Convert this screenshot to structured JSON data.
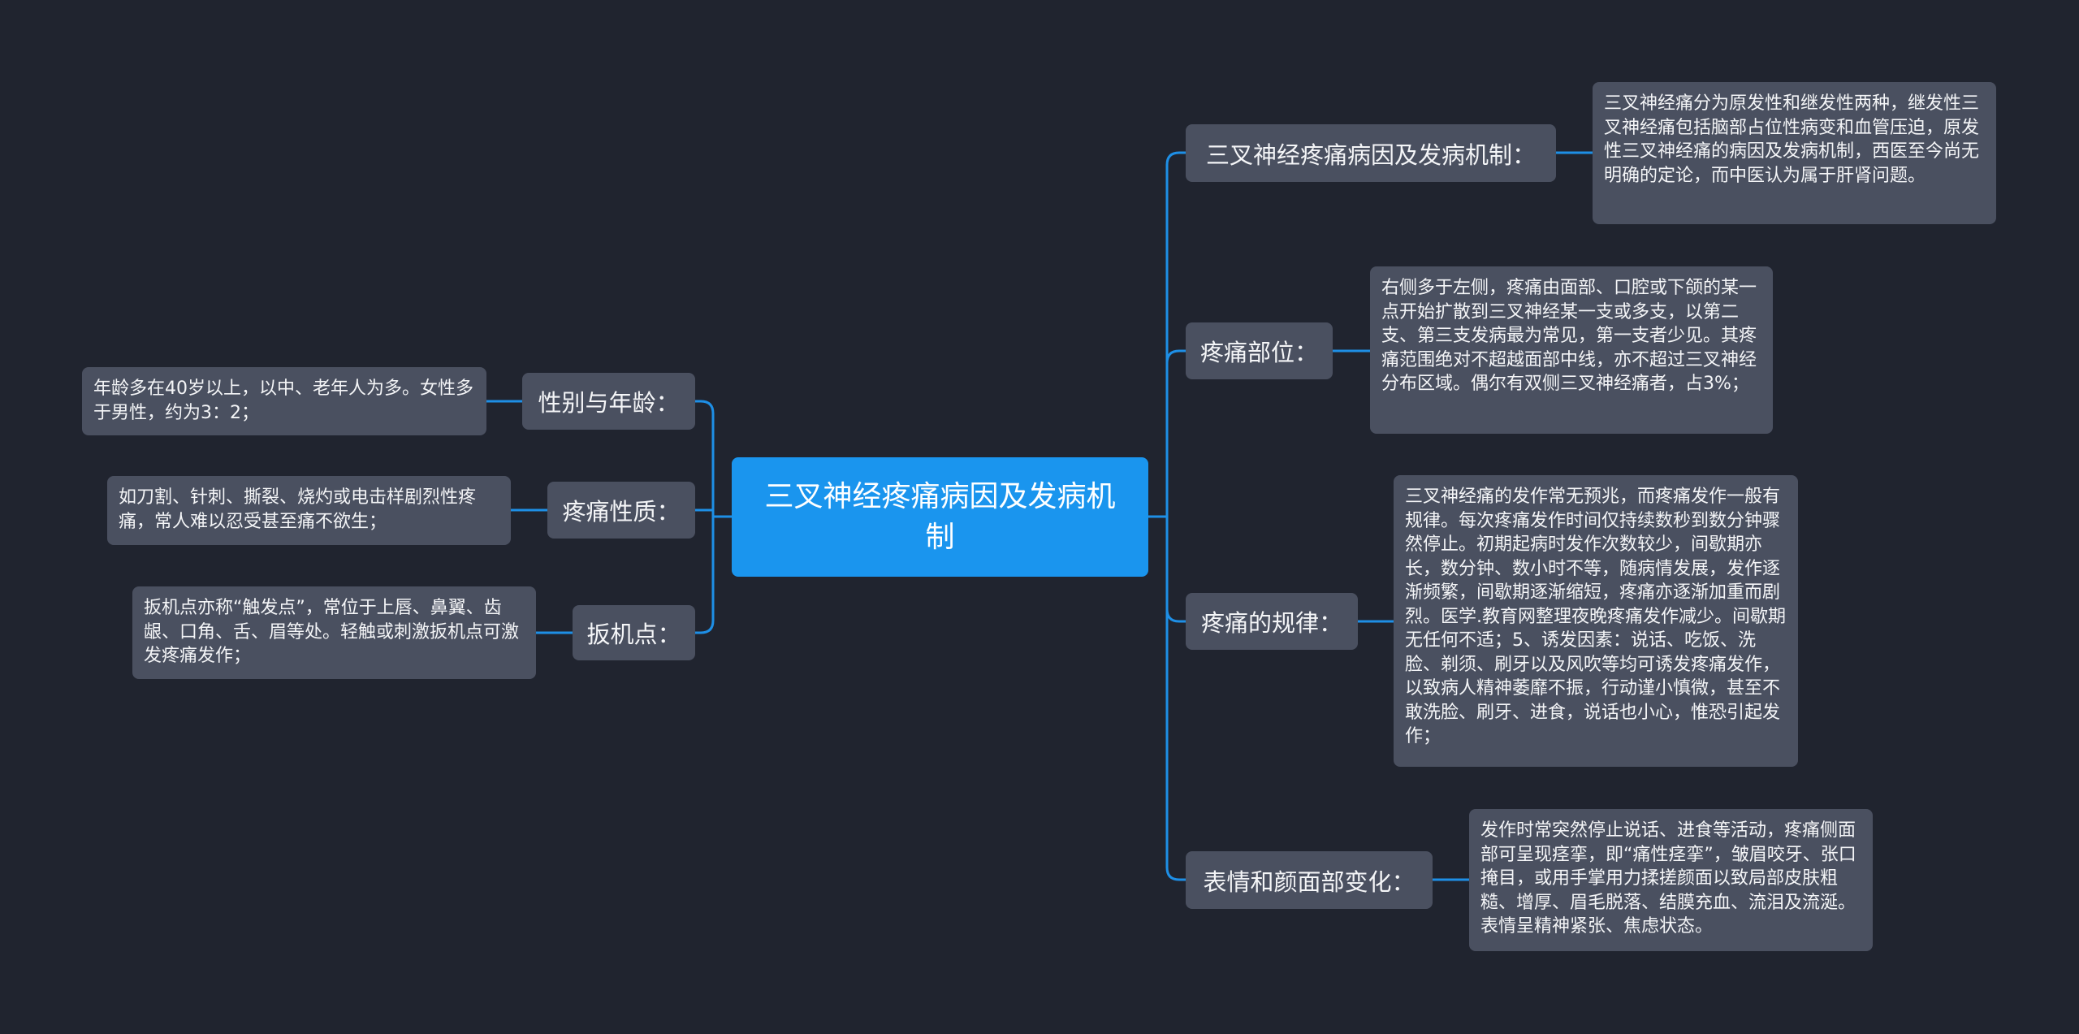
{
  "root": {
    "label": "三叉神经疼痛病因及发病机制"
  },
  "right_branches": [
    {
      "label": "三叉神经疼痛病因及发病机制：",
      "detail": "三叉神经痛分为原发性和继发性两种，继发性三叉神经痛包括脑部占位性病变和血管压迫，原发性三叉神经痛的病因及发病机制，西医至今尚无明确的定论，而中医认为属于肝肾问题。"
    },
    {
      "label": "疼痛部位：",
      "detail": "右侧多于左侧，疼痛由面部、口腔或下颌的某一点开始扩散到三叉神经某一支或多支，以第二支、第三支发病最为常见，第一支者少见。其疼痛范围绝对不超越面部中线，亦不超过三叉神经分布区域。偶尔有双侧三叉神经痛者，占3%；"
    },
    {
      "label": "疼痛的规律：",
      "detail": "三叉神经痛的发作常无预兆，而疼痛发作一般有规律。每次疼痛发作时间仅持续数秒到数分钟骤然停止。初期起病时发作次数较少，间歇期亦长，数分钟、数小时不等，随病情发展，发作逐渐频繁，间歇期逐渐缩短，疼痛亦逐渐加重而剧烈。医学.教育网整理夜晚疼痛发作减少。间歇期无任何不适；5、诱发因素：说话、吃饭、洗脸、剃须、刷牙以及风吹等均可诱发疼痛发作，以致病人精神萎靡不振，行动谨小慎微，甚至不敢洗脸、刷牙、进食，说话也小心，惟恐引起发作；"
    },
    {
      "label": "表情和颜面部变化：",
      "detail": "发作时常突然停止说话、进食等活动，疼痛侧面部可呈现痉挛，即“痛性痉挛”，皱眉咬牙、张口掩目，或用手掌用力揉搓颜面以致局部皮肤粗糙、增厚、眉毛脱落、结膜充血、流泪及流涎。表情呈精神紧张、焦虑状态。"
    }
  ],
  "left_branches": [
    {
      "label": "性别与年龄：",
      "detail": "年龄多在40岁以上，以中、老年人为多。女性多于男性，约为3：2；"
    },
    {
      "label": "疼痛性质：",
      "detail": "如刀割、针刺、撕裂、烧灼或电击样剧烈性疼痛，常人难以忍受甚至痛不欲生；"
    },
    {
      "label": "扳机点：",
      "detail": "扳机点亦称“触发点”，常位于上唇、鼻翼、齿龈、口角、舌、眉等处。轻触或刺激扳机点可激发疼痛发作；"
    }
  ],
  "colors": {
    "background": "#20242f",
    "node": "#4a5060",
    "root": "#1a95ee",
    "connector": "#1e8fe6"
  }
}
